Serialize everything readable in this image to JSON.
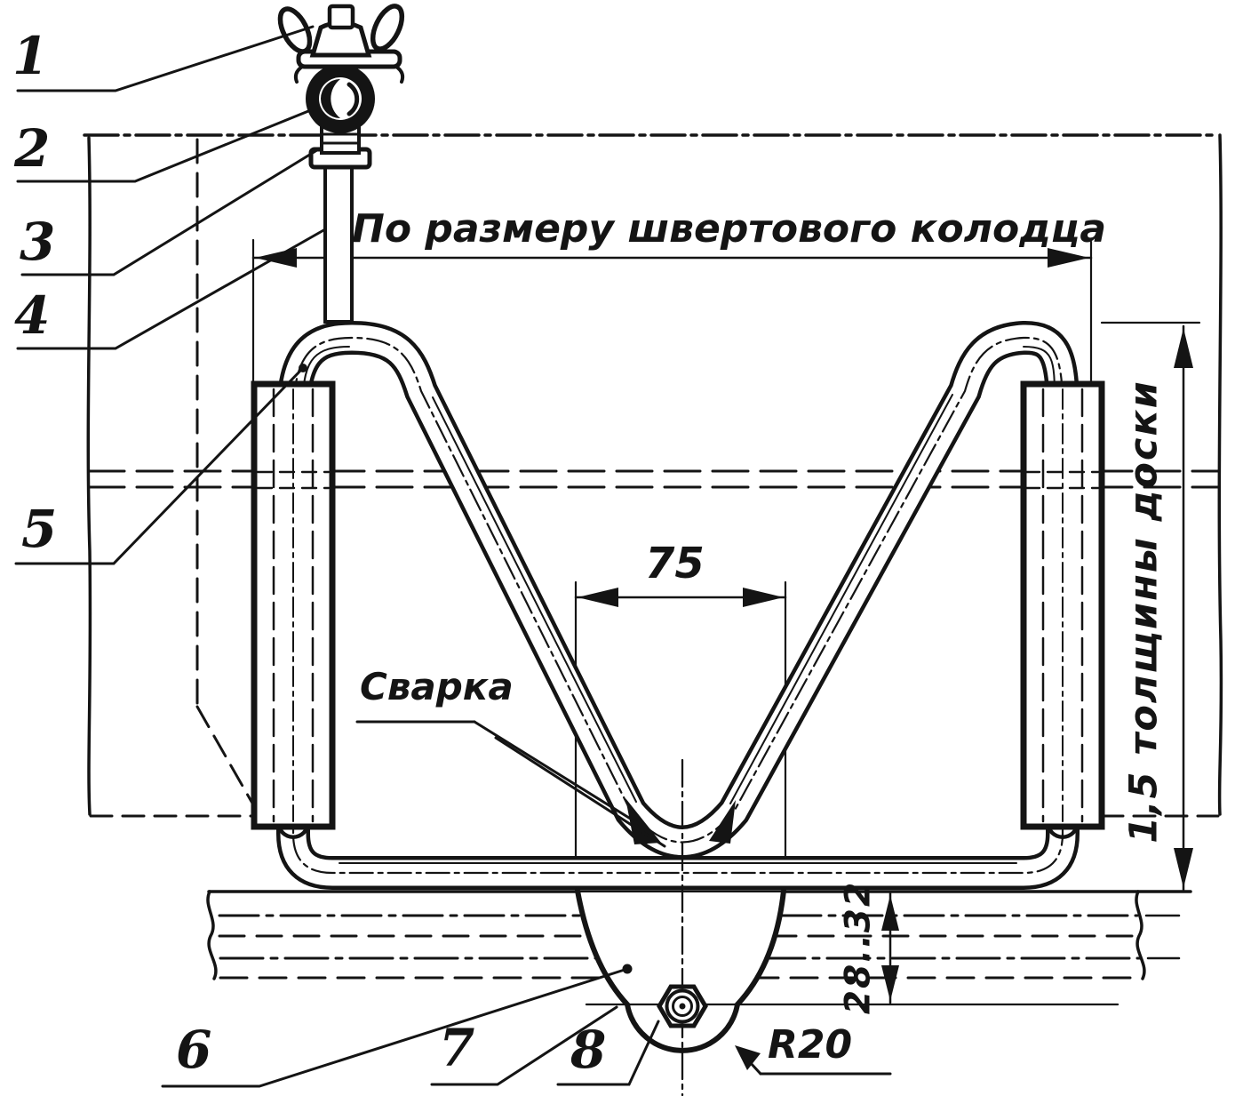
{
  "drawing": {
    "callouts": {
      "c1": "1",
      "c2": "2",
      "c3": "3",
      "c4": "4",
      "c5": "5",
      "c6": "6",
      "c7": "7",
      "c8": "8"
    },
    "annotations": {
      "weld": "Сварка"
    },
    "dimensions": {
      "well_width": "По размеру швертового колодца",
      "center_gap": "75",
      "board_thickness": "1,5 толщины доски",
      "bolt_offset": "28..32",
      "radius": "R20"
    },
    "colors": {
      "ink": "#141414",
      "paper": "#ffffff"
    }
  }
}
